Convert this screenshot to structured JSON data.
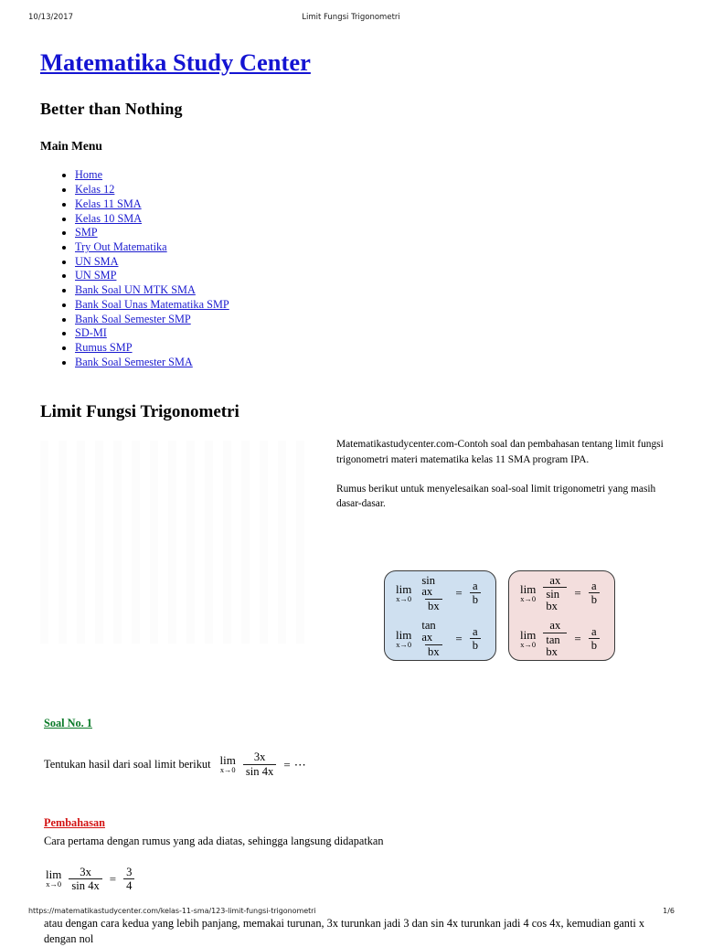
{
  "print": {
    "date": "10/13/2017",
    "doc_title": "Limit Fungsi Trigonometri",
    "url": "https://matematikastudycenter.com/kelas-11-sma/123-limit-fungsi-trigonometri",
    "page_number": "1/6"
  },
  "site": {
    "title": "Matematika Study Center",
    "tagline": "Better than Nothing",
    "menu_heading": "Main Menu",
    "menu_items": [
      {
        "label": "Home"
      },
      {
        "label": "Kelas 12"
      },
      {
        "label": "Kelas 11 SMA"
      },
      {
        "label": "Kelas 10 SMA"
      },
      {
        "label": "SMP"
      },
      {
        "label": "Try Out Matematika"
      },
      {
        "label": "UN SMA"
      },
      {
        "label": "UN SMP"
      },
      {
        "label": "Bank Soal UN MTK SMA"
      },
      {
        "label": "Bank Soal Unas Matematika SMP"
      },
      {
        "label": "Bank Soal Semester SMP"
      },
      {
        "label": "SD-MI"
      },
      {
        "label": "Rumus SMP"
      },
      {
        "label": "Bank Soal Semester SMA"
      }
    ]
  },
  "article": {
    "title": "Limit Fungsi Trigonometri",
    "intro_paragraph": "Matematikastudycenter.com-Contoh soal dan pembahasan tentang limit fungsi trigonometri materi matematika kelas 11 SMA program IPA.",
    "second_paragraph": "Rumus berikut untuk menyelesaikan soal-soal limit trigonometri yang masih dasar-dasar."
  },
  "formula_boxes": {
    "blue": {
      "fill_color": "#cfe0f0",
      "rows": [
        {
          "lim_op": "lim",
          "lim_sub": "x→0",
          "num": "sin ax",
          "den": "bx",
          "eq": "=",
          "res_num": "a",
          "res_den": "b"
        },
        {
          "lim_op": "lim",
          "lim_sub": "x→0",
          "num": "tan ax",
          "den": "bx",
          "eq": "=",
          "res_num": "a",
          "res_den": "b"
        }
      ]
    },
    "pink": {
      "fill_color": "#f3dedd",
      "rows": [
        {
          "lim_op": "lim",
          "lim_sub": "x→0",
          "num": "ax",
          "den": "sin bx",
          "eq": "=",
          "res_num": "a",
          "res_den": "b"
        },
        {
          "lim_op": "lim",
          "lim_sub": "x→0",
          "num": "ax",
          "den": "tan bx",
          "eq": "=",
          "res_num": "a",
          "res_den": "b"
        }
      ]
    }
  },
  "problem": {
    "heading": "Soal No. 1",
    "heading_color": "#0a7a28",
    "prompt": "Tentukan hasil dari soal limit berikut",
    "math": {
      "lim_op": "lim",
      "lim_sub": "x→0",
      "num": "3x",
      "den": "sin 4x",
      "eq": "=",
      "result": "⋯"
    }
  },
  "discussion": {
    "heading": "Pembahasan",
    "heading_color": "#d31414",
    "first_line": "Cara pertama dengan rumus yang ada diatas, sehingga langsung didapatkan",
    "math": {
      "lim_op": "lim",
      "lim_sub": "x→0",
      "num": "3x",
      "den": "sin 4x",
      "eq": "=",
      "res_num": "3",
      "res_den": "4"
    },
    "closing": "atau dengan cara kedua yang lebih panjang, memakai turunan, 3x turunkan jadi 3 dan sin 4x turunkan jadi 4 cos 4x, kemudian ganti x dengan nol"
  }
}
